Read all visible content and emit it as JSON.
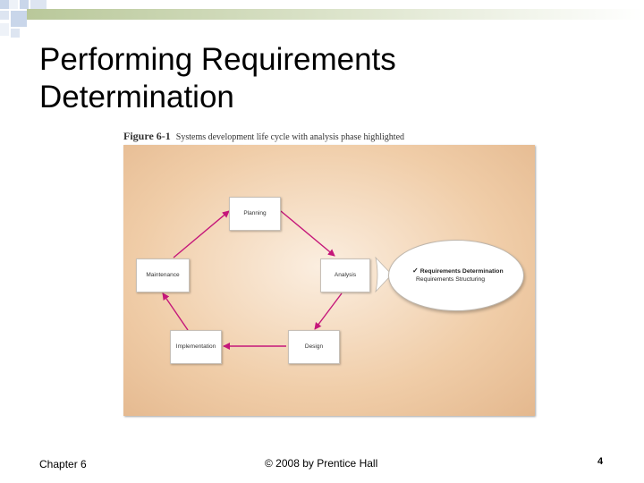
{
  "slide": {
    "title_line1": "Performing Requirements",
    "title_line2": "Determination"
  },
  "figure": {
    "number": "Figure 6-1",
    "caption": "Systems development life cycle with analysis phase highlighted",
    "phases": {
      "planning": "Planning",
      "analysis": "Analysis",
      "design": "Design",
      "implementation": "Implementation",
      "maintenance": "Maintenance"
    },
    "callout": {
      "check": "✓",
      "item_highlighted": "Requirements Determination",
      "item_other": "Requirements Structuring"
    },
    "colors": {
      "arrow": "#c5177a",
      "panel": "#f0cda8"
    }
  },
  "footer": {
    "chapter": "Chapter 6",
    "copyright": "© 2008 by Prentice Hall",
    "page_number": "4"
  }
}
